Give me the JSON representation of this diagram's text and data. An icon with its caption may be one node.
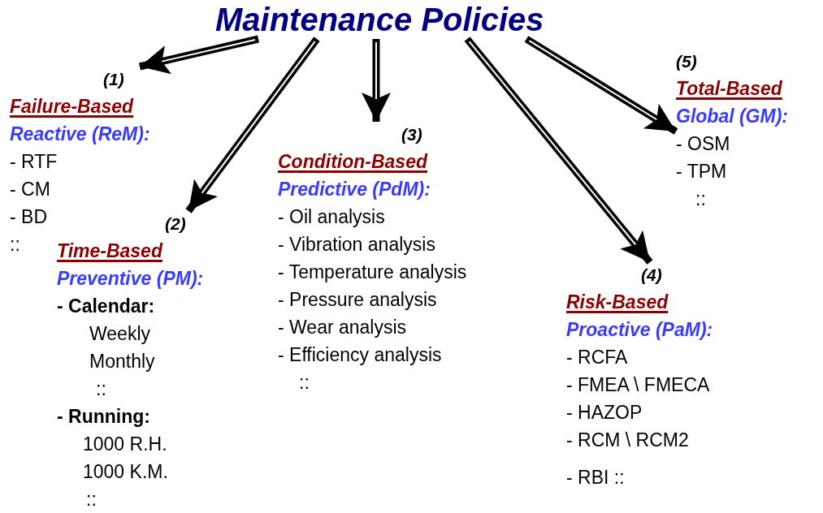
{
  "diagram": {
    "nodes": [
      {
        "text": [
          "Maintenance Policies"
        ]
      },
      {
        "text": [
          "(1)",
          "Failure-Based",
          "Reactive (ReM):",
          "- RTF",
          "- CM",
          "- BD",
          "::"
        ]
      },
      {
        "text": [
          "(2)",
          "Time-Based",
          "Preventive (PM):",
          "- Calendar:",
          "Weekly",
          "Monthly",
          "::",
          "- Running:",
          "1000 R.H.",
          "1000 K.M.",
          "::"
        ]
      },
      {
        "text": [
          "(3)",
          "Condition-Based",
          "Predictive (PdM):",
          "- Oil analysis",
          "- Vibration analysis",
          "- Temperature analysis",
          "- Pressure analysis",
          "- Wear analysis",
          "- Efficiency analysis",
          "::"
        ]
      },
      {
        "text": [
          "(4)",
          "Risk-Based",
          "Proactive (PaM):",
          "- RCFA",
          "- FMEA \\ FMECA",
          "- HAZOP",
          "- RCM \\ RCM2",
          "- RBI ::"
        ]
      },
      {
        "text": [
          "(5)",
          "Total-Based",
          "Global (GM):",
          "- OSM",
          "- TPM",
          "::"
        ]
      }
    ],
    "edges": [
      {
        "from": 0,
        "to": 1,
        "arrow": "to"
      },
      {
        "from": 0,
        "to": 2,
        "arrow": "to"
      },
      {
        "from": 0,
        "to": 3,
        "arrow": "to"
      },
      {
        "from": 0,
        "to": 4,
        "arrow": "to"
      },
      {
        "from": 0,
        "to": 5,
        "arrow": "to"
      }
    ]
  }
}
